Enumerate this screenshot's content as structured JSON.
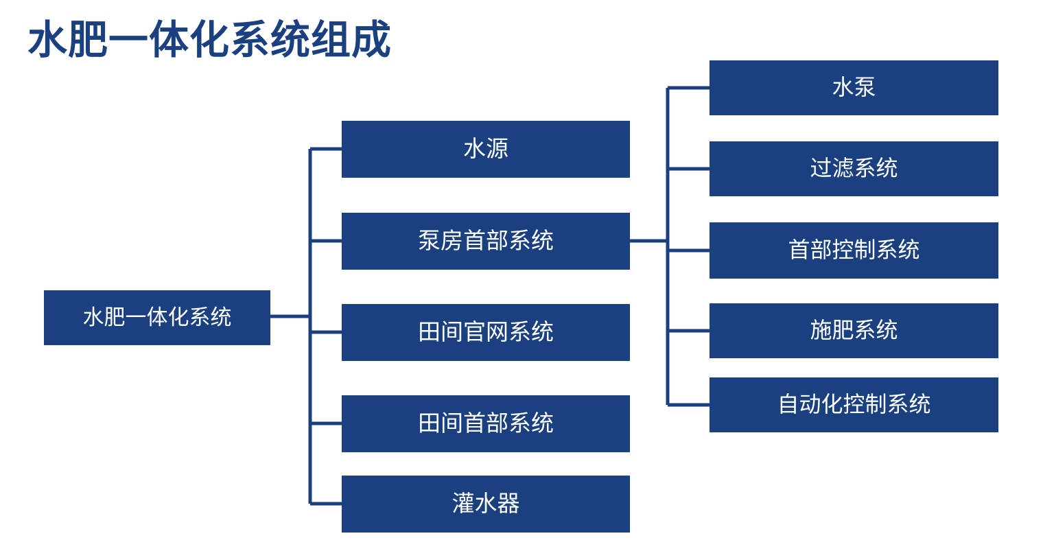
{
  "title": "水肥一体化系统组成",
  "theme": {
    "node_fill": "#1b4080",
    "node_text": "#ffffff",
    "title_color": "#1a4080",
    "connector_color": "#1b4080",
    "background": "#ffffff"
  },
  "diagram": {
    "type": "org-chart",
    "root": {
      "label": "水肥一体化系统"
    },
    "level2": [
      {
        "label": "水源"
      },
      {
        "label": "泵房首部系统"
      },
      {
        "label": "田间官网系统"
      },
      {
        "label": "田间首部系统"
      },
      {
        "label": "灌水器"
      }
    ],
    "level3_parent": "泵房首部系统",
    "level3": [
      {
        "label": "水泵"
      },
      {
        "label": "过滤系统"
      },
      {
        "label": "首部控制系统"
      },
      {
        "label": "施肥系统"
      },
      {
        "label": "自动化控制系统"
      }
    ]
  }
}
